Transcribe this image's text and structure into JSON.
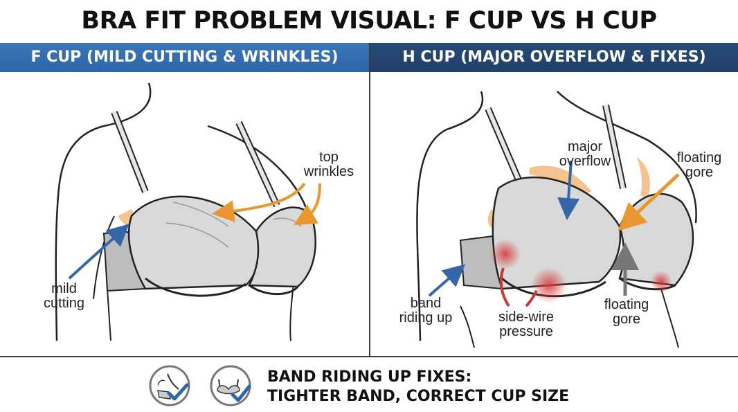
{
  "title": "BRA FIT PROBLEM VISUAL: F CUP VS H CUP",
  "left_panel": {
    "header": "F CUP (MILD CUTTING & WRINKLES)",
    "labels": {
      "top_wrinkles": [
        "top",
        "wrinkles"
      ],
      "mild_cutting": [
        "mild",
        "cutting"
      ]
    }
  },
  "right_panel": {
    "header": "H CUP (MAJOR OVERFLOW & FIXES)",
    "labels": {
      "major_overflow": [
        "major",
        "overflow"
      ],
      "floating_gore_top": [
        "floating",
        "gore"
      ],
      "band_riding_up": [
        "band",
        "riding up"
      ],
      "side_wire_pressure": [
        "side-wire",
        "pressure"
      ],
      "floating_gore_bottom": [
        "floating",
        "gore"
      ]
    }
  },
  "footer": {
    "line1": "BAND RIDING UP FIXES:",
    "line2": "TIGHTER BAND, CORRECT CUP SIZE"
  },
  "icons": [
    "band-adjust-icon",
    "bra-check-icon"
  ],
  "colors": {
    "left_header": "#2e66a8",
    "right_header": "#1f3f68",
    "blue_arrow": "#3566a8",
    "orange_arrow": "#e8962d",
    "pressure_red": "#d83a3a",
    "skin_highlight": "#f4c48e",
    "fabric": "#d9d9d9"
  }
}
